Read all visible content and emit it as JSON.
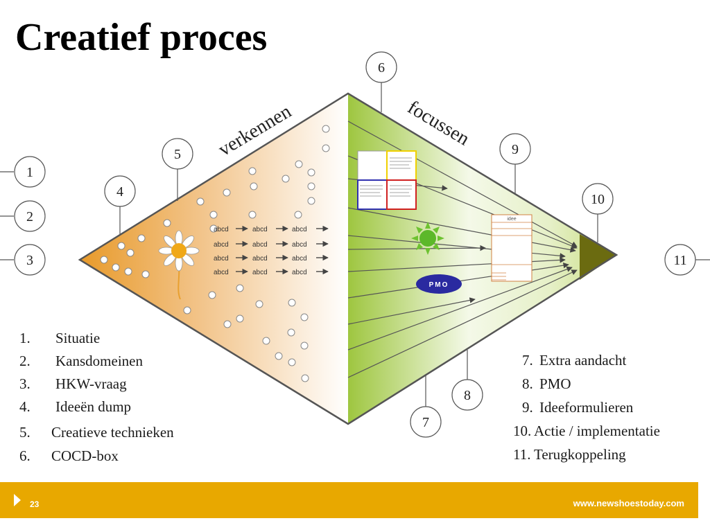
{
  "slide": {
    "title": "Creatief proces",
    "phase_left": "verkennen",
    "phase_right": "focussen",
    "word_sample": "abcd",
    "pmo_label": "PMO",
    "idee_label": "idee",
    "callouts": [
      "1",
      "2",
      "3",
      "4",
      "5",
      "6",
      "7",
      "8",
      "9",
      "10",
      "11"
    ],
    "legend_left": [
      {
        "num": "1.",
        "text": "Situatie"
      },
      {
        "num": "2.",
        "text": "Kansdomeinen"
      },
      {
        "num": "3.",
        "text": "HKW-vraag"
      },
      {
        "num": "4.",
        "text": "Ideeën dump"
      },
      {
        "num": "5.",
        "text": "Creatieve technieken"
      },
      {
        "num": "6.",
        "text": "COCD-box"
      }
    ],
    "legend_right": [
      {
        "num": "7.",
        "text": "Extra aandacht"
      },
      {
        "num": "8.",
        "text": "PMO"
      },
      {
        "num": "9.",
        "text": "Ideeformulieren"
      },
      {
        "num": "10.",
        "text": "Actie / implementatie"
      },
      {
        "num": "11.",
        "text": "Terugkoppeling"
      }
    ]
  },
  "footer": {
    "page_number": "23",
    "website": "www.newshoestoday.com"
  },
  "colors": {
    "orange": "#e8a030",
    "green": "#a8cc50",
    "dark_olive": "#6b6b10",
    "footer": "#e8a800",
    "pmo": "#2a2aa0"
  }
}
